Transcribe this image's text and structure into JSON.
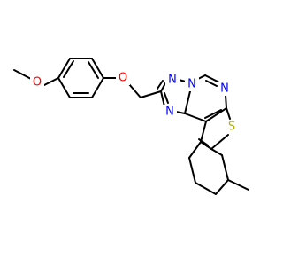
{
  "molecule": {
    "atom_labels": {
      "ether_o_left": "O",
      "ether_o_right": "O",
      "n_triazole_top": "N",
      "n_triazole_bridge": "N",
      "n_triazole_lower": "N",
      "n_pyrimidine": "N",
      "s_thiophene": "S"
    },
    "colors": {
      "bond": "#000000",
      "oxygen": "#ff0000",
      "nitrogen": "#0000ff",
      "sulfur": "#b2b200",
      "background": "#ffffff"
    }
  }
}
